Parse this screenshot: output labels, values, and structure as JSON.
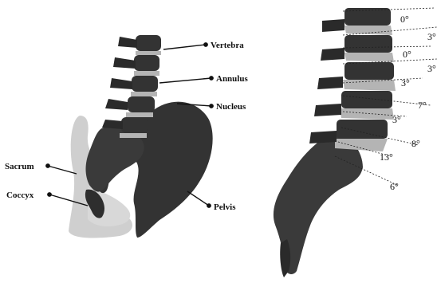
{
  "left_figure": {
    "labels": {
      "vertebra": "Vertebra",
      "annulus": "Annulus",
      "nucleus": "Nucleus",
      "sacrum": "Sacrum",
      "coccyx": "Coccyx",
      "pelvis": "Pelvis"
    }
  },
  "right_figure": {
    "angles": [
      "0°",
      "3°",
      "0°",
      "3°",
      "3°",
      "7°",
      "3°",
      "8°",
      "13°",
      "6°"
    ]
  },
  "colors": {
    "bone_dark": "#333333",
    "disc_light": "#b4b4b4",
    "sacrum_gray": "#cfcfcf",
    "background": "#ffffff"
  }
}
